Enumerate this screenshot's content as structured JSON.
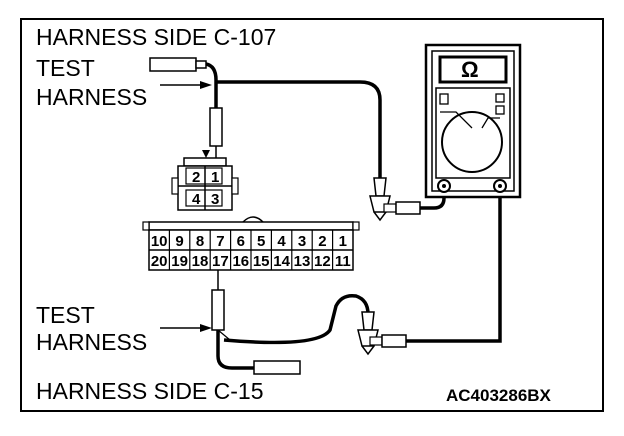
{
  "labels": {
    "top_title": "HARNESS SIDE C-107",
    "top_test_line1": "TEST",
    "top_test_line2": "HARNESS",
    "bottom_test_line1": "TEST",
    "bottom_test_line2": "HARNESS",
    "bottom_title": "HARNESS SIDE C-15",
    "figure_code": "AC403286BX"
  },
  "connector_c107": {
    "top_row": [
      "2",
      "1"
    ],
    "bottom_row": [
      "4",
      "3"
    ]
  },
  "connector_c15": {
    "top_row": [
      "10",
      "9",
      "8",
      "7",
      "6",
      "5",
      "4",
      "3",
      "2",
      "1"
    ],
    "bottom_row": [
      "20",
      "19",
      "18",
      "17",
      "16",
      "15",
      "14",
      "13",
      "12",
      "11"
    ]
  },
  "meter": {
    "unit_symbol": "Ω"
  },
  "colors": {
    "line": "#000000",
    "background": "#ffffff"
  }
}
